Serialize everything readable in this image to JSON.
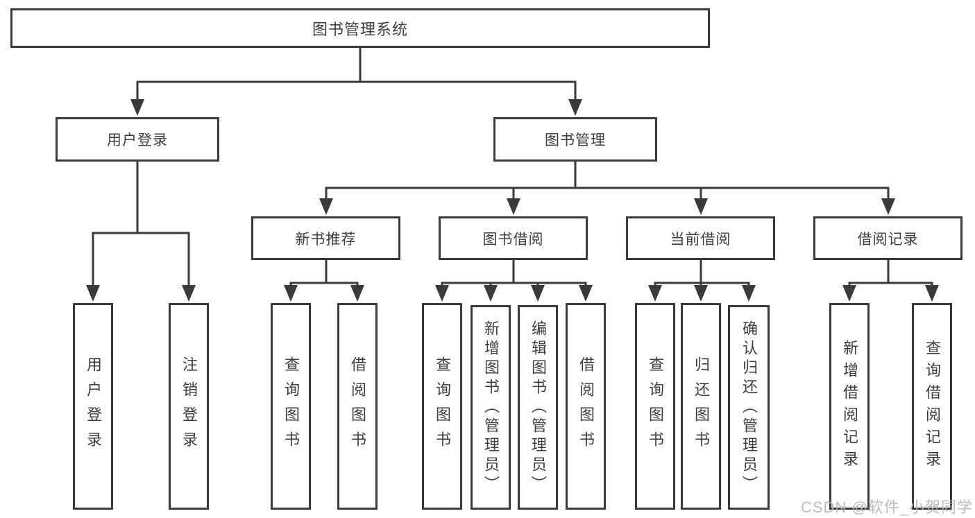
{
  "colors": {
    "line": "#3a3a3a",
    "text": "#3d3d3d",
    "watermark": "#b5b5b5",
    "background": "#ffffff"
  },
  "watermark": {
    "text": "CSDN @软件_小贺同学"
  },
  "diagram": {
    "root": {
      "label": "图书管理系统"
    },
    "level2": [
      {
        "label": "用户登录"
      },
      {
        "label": "图书管理"
      }
    ],
    "level3": [
      {
        "label": "新书推荐"
      },
      {
        "label": "图书借阅"
      },
      {
        "label": "当前借阅"
      },
      {
        "label": "借阅记录"
      }
    ],
    "leaves": {
      "user_login": [
        "用户登录",
        "注销登录"
      ],
      "new_book": [
        "查询图书",
        "借阅图书"
      ],
      "book_borrow": [
        "查询图书",
        "新增图书（管理员）",
        "编辑图书（管理员）",
        "借阅图书"
      ],
      "current_borrow": [
        "查询图书",
        "归还图书",
        "确认归还（管理员）"
      ],
      "borrow_record": [
        "新增借阅记录",
        "查询借阅记录"
      ]
    }
  }
}
